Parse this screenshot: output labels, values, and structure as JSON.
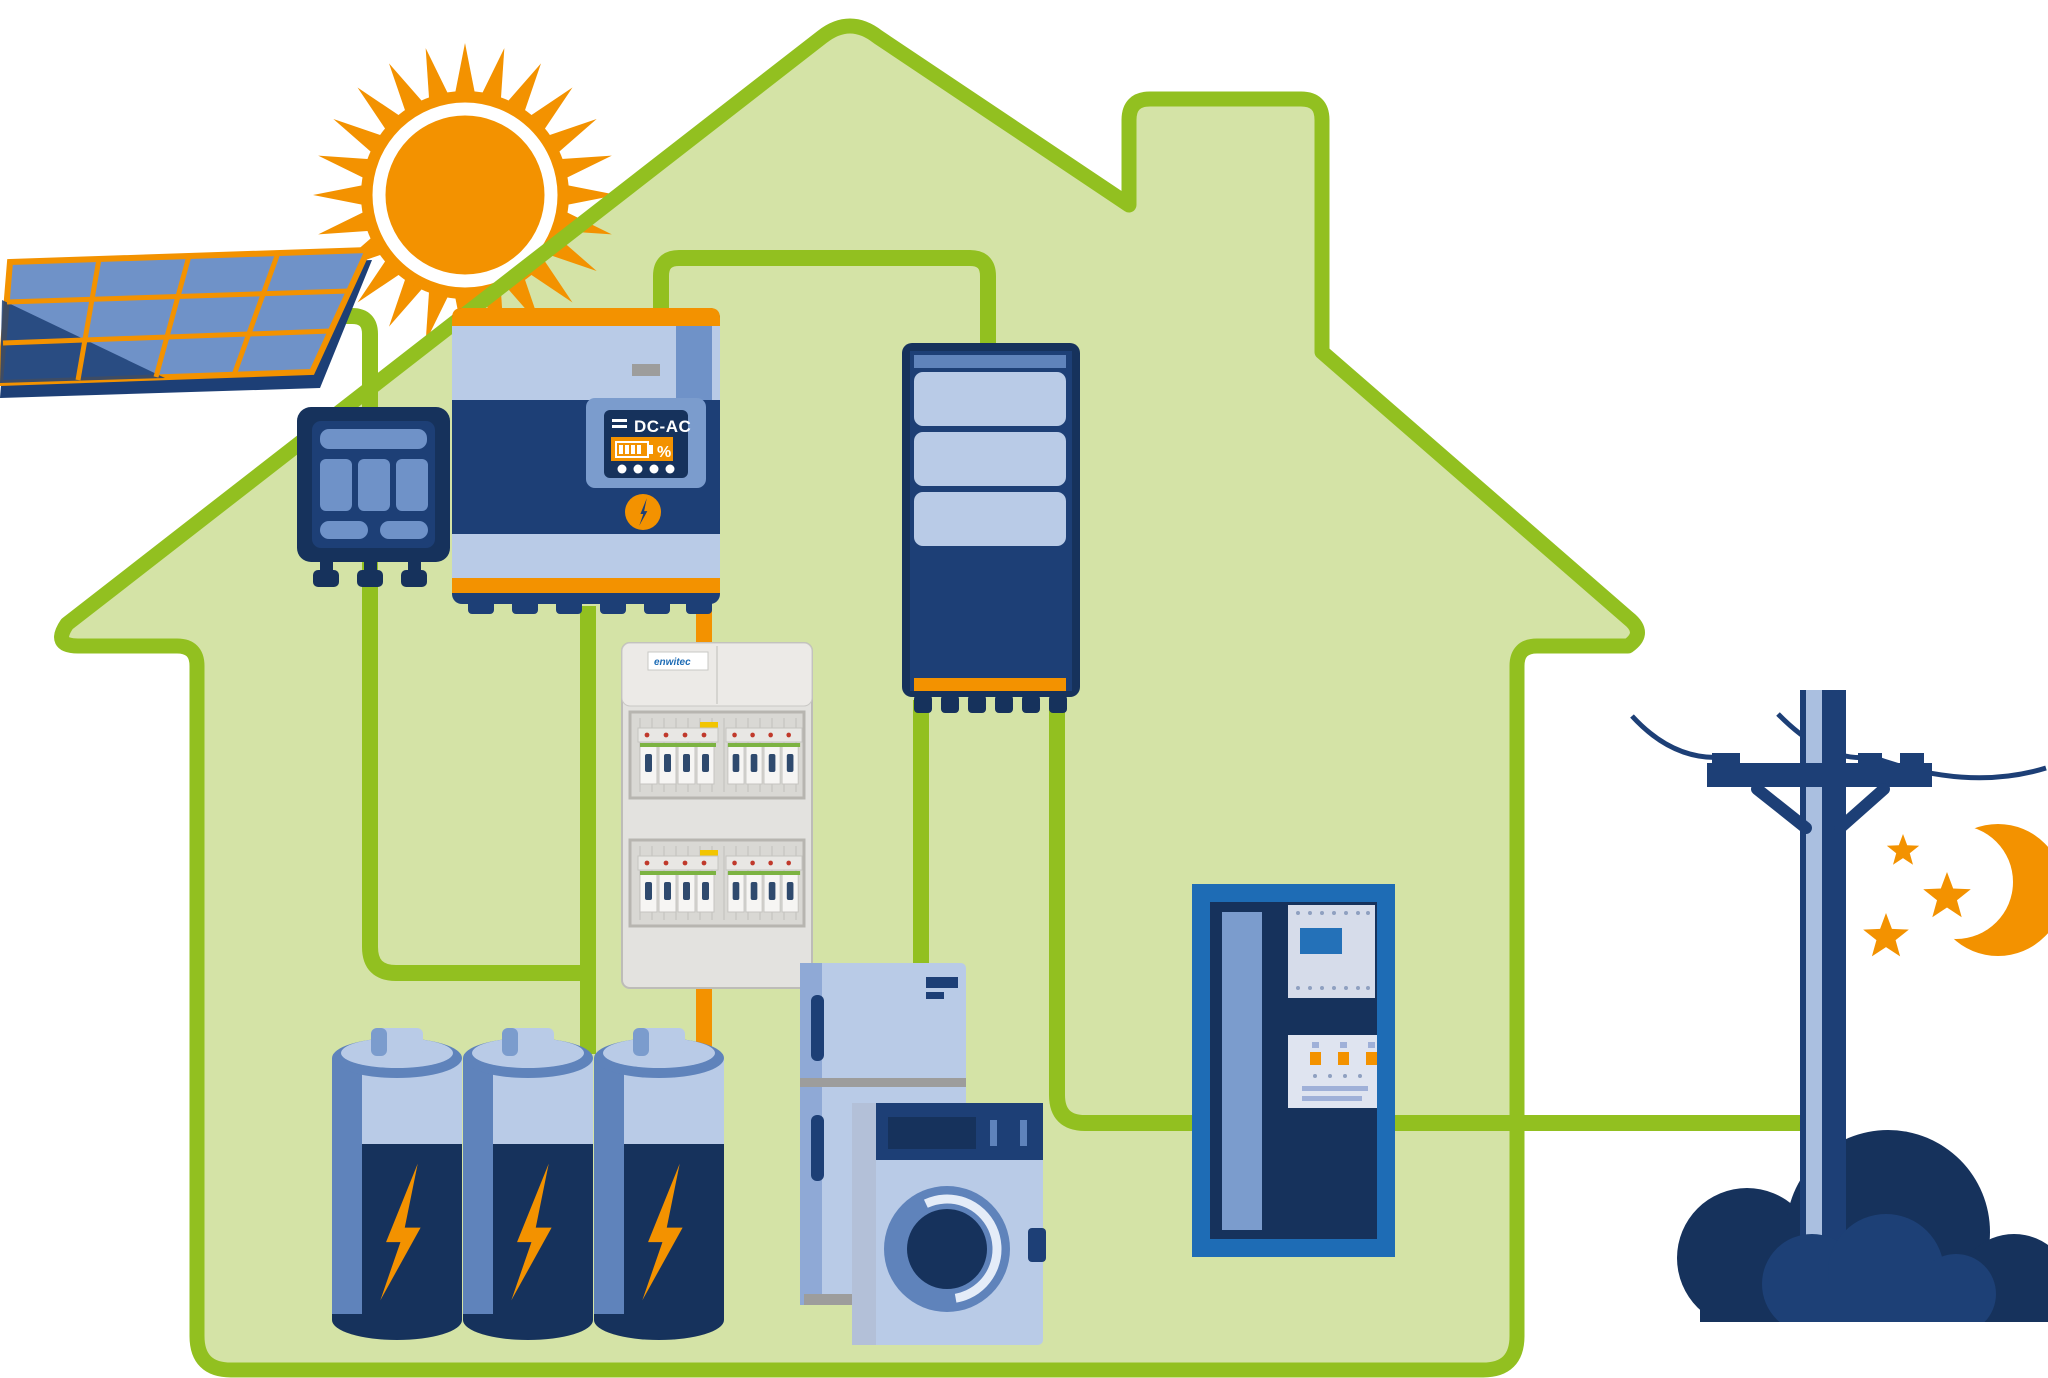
{
  "scene": {
    "type": "solar-home-energy-diagram",
    "description": "Illustration of a residential photovoltaic system inside a green house outline: solar panel and sun feed a PV junction box and hybrid inverter, which links a battery tower, a distribution board with breakers, a battery bank, appliances, an energy meter cabinet and the utility grid pole at night."
  },
  "labels": {
    "inverter_display_mode": "DC-AC",
    "inverter_battery_unit": "%",
    "fusebox_brand": "enwitec"
  },
  "colors": {
    "wire_green": "#92c020",
    "house_fill": "#d4e3a6",
    "navy": "#1d3f76",
    "navy_dark": "#16325c",
    "blue_medium": "#5f83bb",
    "blue_panel": "#6f92c8",
    "blue_light": "#b9cbe7",
    "blue_bright": "#1e6cb5",
    "orange": "#f39200",
    "case_gray": "#e3e2df",
    "slot_gray": "#9d9d9c"
  },
  "components": [
    {
      "id": "sun",
      "kind": "sun-icon"
    },
    {
      "id": "solar-panel",
      "kind": "pv-module-icon"
    },
    {
      "id": "pv-junction-box",
      "kind": "combiner-box-icon"
    },
    {
      "id": "hybrid-inverter",
      "kind": "inverter-icon",
      "display": "DC-AC battery % with 4 status dots"
    },
    {
      "id": "battery-tower",
      "kind": "storage-cabinet-icon"
    },
    {
      "id": "distribution-board",
      "kind": "breaker-panel-photo",
      "rows": 2,
      "breaker_groups_per_row": 2
    },
    {
      "id": "battery-bank",
      "kind": "battery-icons",
      "count": 3,
      "symbol": "lightning-bolt"
    },
    {
      "id": "refrigerator",
      "kind": "appliance-icon"
    },
    {
      "id": "washing-machine",
      "kind": "appliance-icon"
    },
    {
      "id": "energy-meter-cabinet",
      "kind": "meter-cabinet-icon"
    },
    {
      "id": "utility-pole",
      "kind": "grid-pole-icon"
    },
    {
      "id": "moon",
      "kind": "crescent-moon-icon"
    },
    {
      "id": "stars",
      "kind": "star-icons",
      "count": 3
    },
    {
      "id": "clouds",
      "kind": "night-cloud-icons"
    },
    {
      "id": "house",
      "kind": "house-outline-with-chimney"
    }
  ],
  "connections": [
    {
      "from": "solar-panel",
      "to": "pv-junction-box",
      "color": "green"
    },
    {
      "from": "pv-junction-box",
      "to": "battery-bank",
      "color": "green"
    },
    {
      "from": "hybrid-inverter",
      "to": "battery-bank",
      "color": "green"
    },
    {
      "from": "hybrid-inverter",
      "to": "distribution-board",
      "color": "orange"
    },
    {
      "from": "hybrid-inverter",
      "to": "battery-tower",
      "color": "green",
      "route": "over-roof"
    },
    {
      "from": "battery-tower",
      "to": "refrigerator",
      "color": "green"
    },
    {
      "from": "battery-tower",
      "to": "utility-pole",
      "color": "green",
      "via": "energy-meter-cabinet"
    }
  ]
}
